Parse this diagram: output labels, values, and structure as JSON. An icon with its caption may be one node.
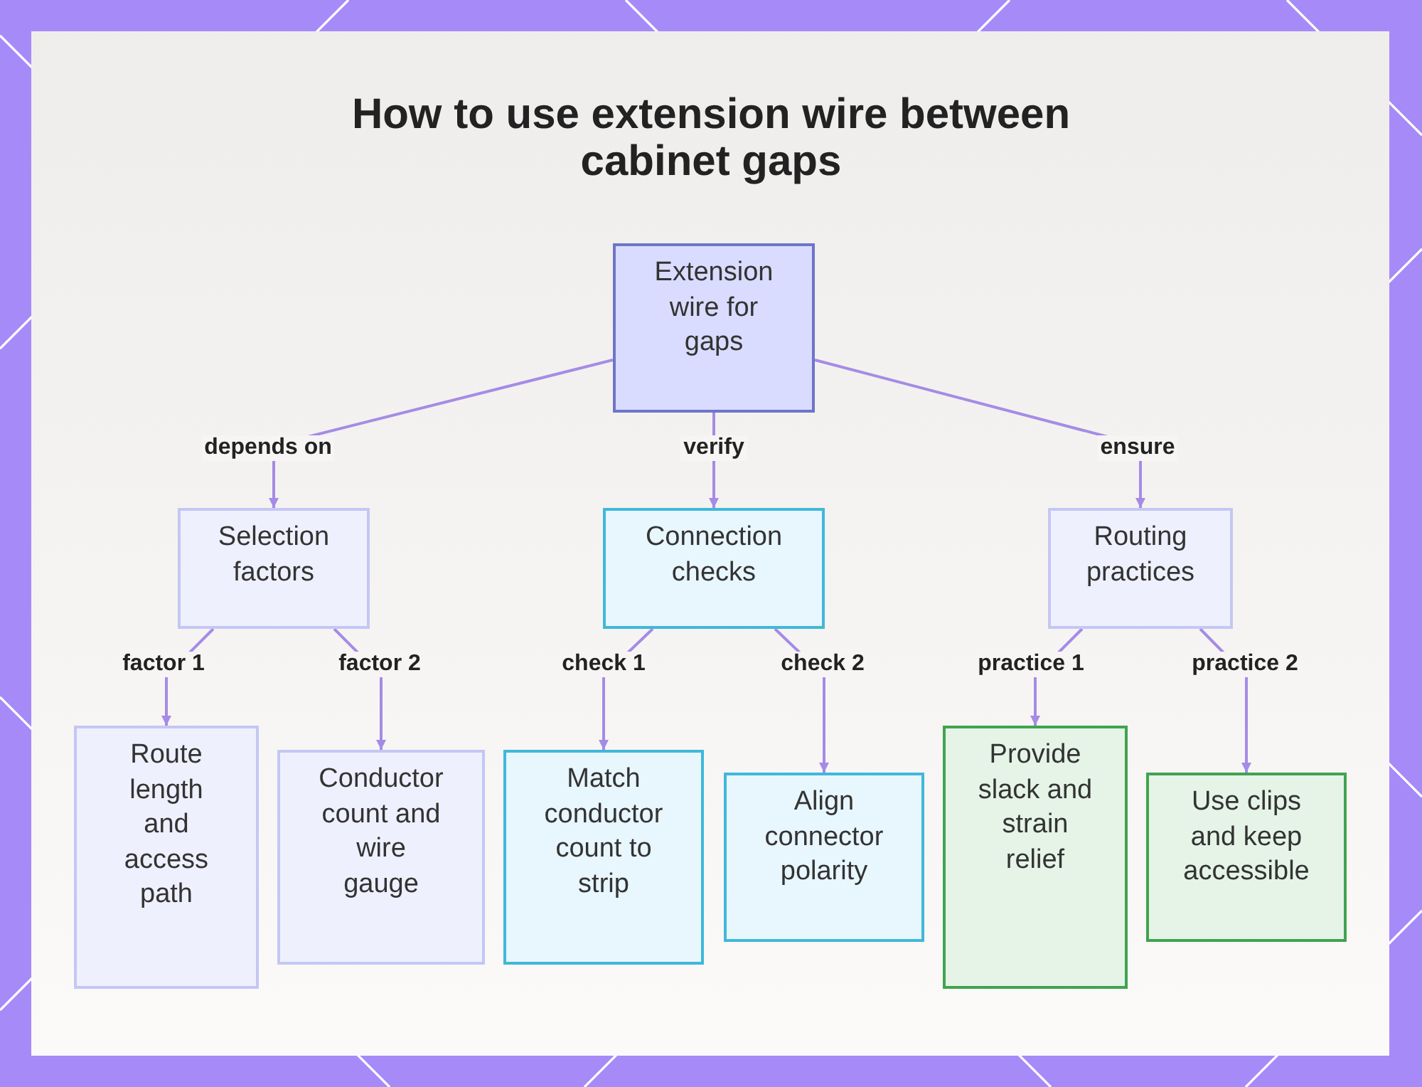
{
  "diagram": {
    "title": "How to use extension wire between cabinet gaps",
    "nodes": [
      {
        "text": [
          "Extension wire for gaps"
        ]
      },
      {
        "text": [
          "Selection factors"
        ]
      },
      {
        "text": [
          "Connection checks"
        ]
      },
      {
        "text": [
          "Routing practices"
        ]
      },
      {
        "text": [
          "Route length and access path"
        ]
      },
      {
        "text": [
          "Conductor count and wire gauge"
        ]
      },
      {
        "text": [
          "Match conductor count to strip"
        ]
      },
      {
        "text": [
          "Align connector polarity"
        ]
      },
      {
        "text": [
          "Provide slack and strain relief"
        ]
      },
      {
        "text": [
          "Use clips and keep accessible"
        ]
      }
    ],
    "edges": [
      {
        "from": 0,
        "to": 1,
        "arrow": "to",
        "label": "depends on"
      },
      {
        "from": 0,
        "to": 2,
        "arrow": "to",
        "label": "verify"
      },
      {
        "from": 0,
        "to": 3,
        "arrow": "to",
        "label": "ensure"
      },
      {
        "from": 1,
        "to": 4,
        "arrow": "to",
        "label": "factor 1"
      },
      {
        "from": 1,
        "to": 5,
        "arrow": "to",
        "label": "factor 2"
      },
      {
        "from": 2,
        "to": 6,
        "arrow": "to",
        "label": "check 1"
      },
      {
        "from": 2,
        "to": 7,
        "arrow": "to",
        "label": "check 2"
      },
      {
        "from": 3,
        "to": 8,
        "arrow": "to",
        "label": "practice 1"
      },
      {
        "from": 3,
        "to": 9,
        "arrow": "to",
        "label": "practice 2"
      }
    ]
  }
}
